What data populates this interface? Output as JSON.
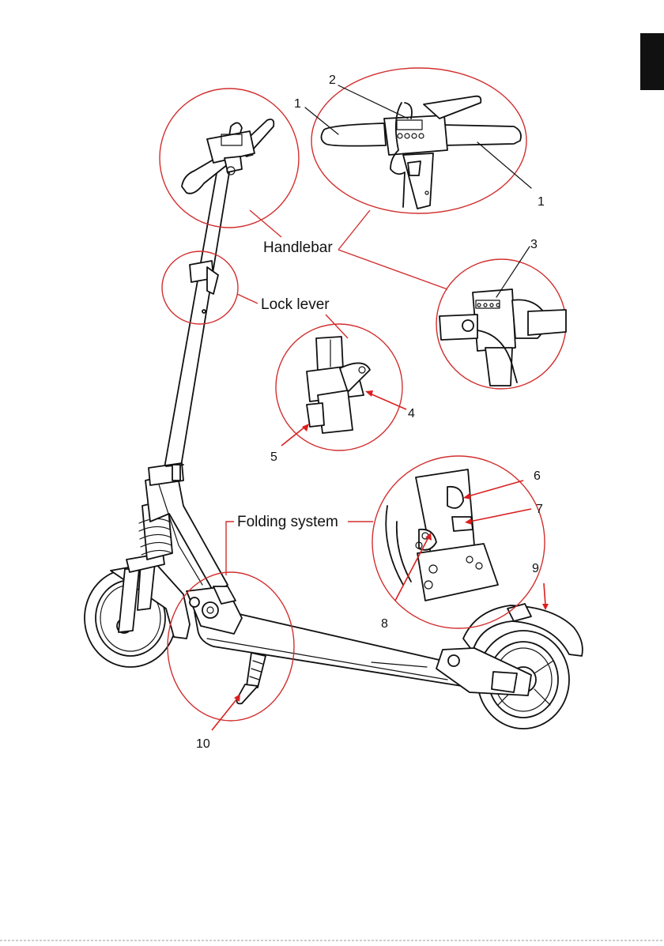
{
  "labels": {
    "handlebar": "Handlebar",
    "lock_lever": "Lock lever",
    "folding_system": "Folding system"
  },
  "callouts": {
    "n1_left": "1",
    "n1_right": "1",
    "n2": "2",
    "n3": "3",
    "n4": "4",
    "n5": "5",
    "n6": "6",
    "n7": "7",
    "n8": "8",
    "n9": "9",
    "n10": "10"
  },
  "colors": {
    "accent_red": "#d22f2f",
    "arrow_red": "#d92020",
    "ink": "#111111",
    "tab_black": "#111111"
  }
}
